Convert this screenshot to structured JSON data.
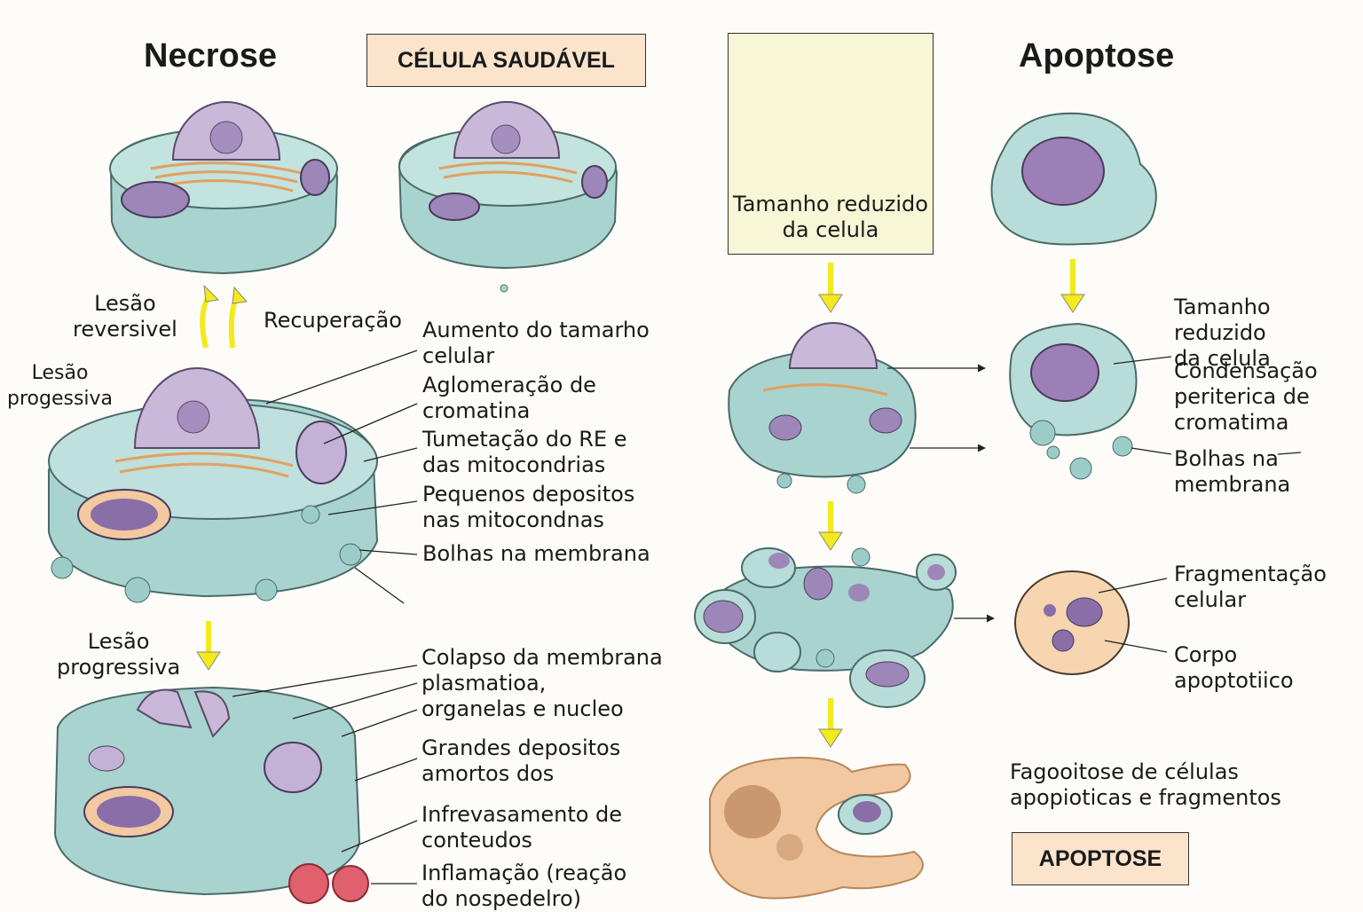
{
  "titles": {
    "necrose": "Necrose",
    "apoptose": "Apoptose"
  },
  "boxes": {
    "healthy": "CÉLULA SAUDÁVEL",
    "reduced": "Tamanho reduzido\nda celula",
    "apoptose": "APOPTOSE"
  },
  "necrosis": {
    "reversible": "Lesão\nreversivel",
    "recovery": "Recuperação",
    "progressive1": "Lesão\nprogessiva",
    "progressive2": "Lesão\nprogressiva",
    "labels": [
      "Aumento do tamarho\ncelular",
      "Aglomeração de\ncromatina",
      "Tumetação do RE e\ndas mitocondrias",
      "Pequenos depositos\nnas mitocondnas",
      "Bolhas na membrana"
    ],
    "labels2": [
      "Colapso da membrana\nplasmatioa,\norganelas e nucleo",
      "Grandes depositos\namortos dos",
      "Infrevasamento de\nconteudos",
      "Inflamação (reação\ndo nospedelro)"
    ]
  },
  "apoptosis": {
    "labels": [
      "Tamanho reduzido\nda celula",
      "Condensação\nperiterica de\ncromatima",
      "Bolhas na\nmembrana",
      "Fragmentação\ncelular",
      "Corpo\napoptotiico",
      "Fagooitose de células\napopioticas e fragmentos"
    ]
  },
  "colors": {
    "cell": "#b8ddd8",
    "cellStroke": "#4a6a68",
    "nucleus": "#c9b8d8",
    "arrow": "#f2ea1c",
    "healthyBox": "#fbe3cc",
    "reducedBox": "#f7f6d6",
    "apopBody": "#f6d5b0",
    "rbc": "#e0606e"
  }
}
